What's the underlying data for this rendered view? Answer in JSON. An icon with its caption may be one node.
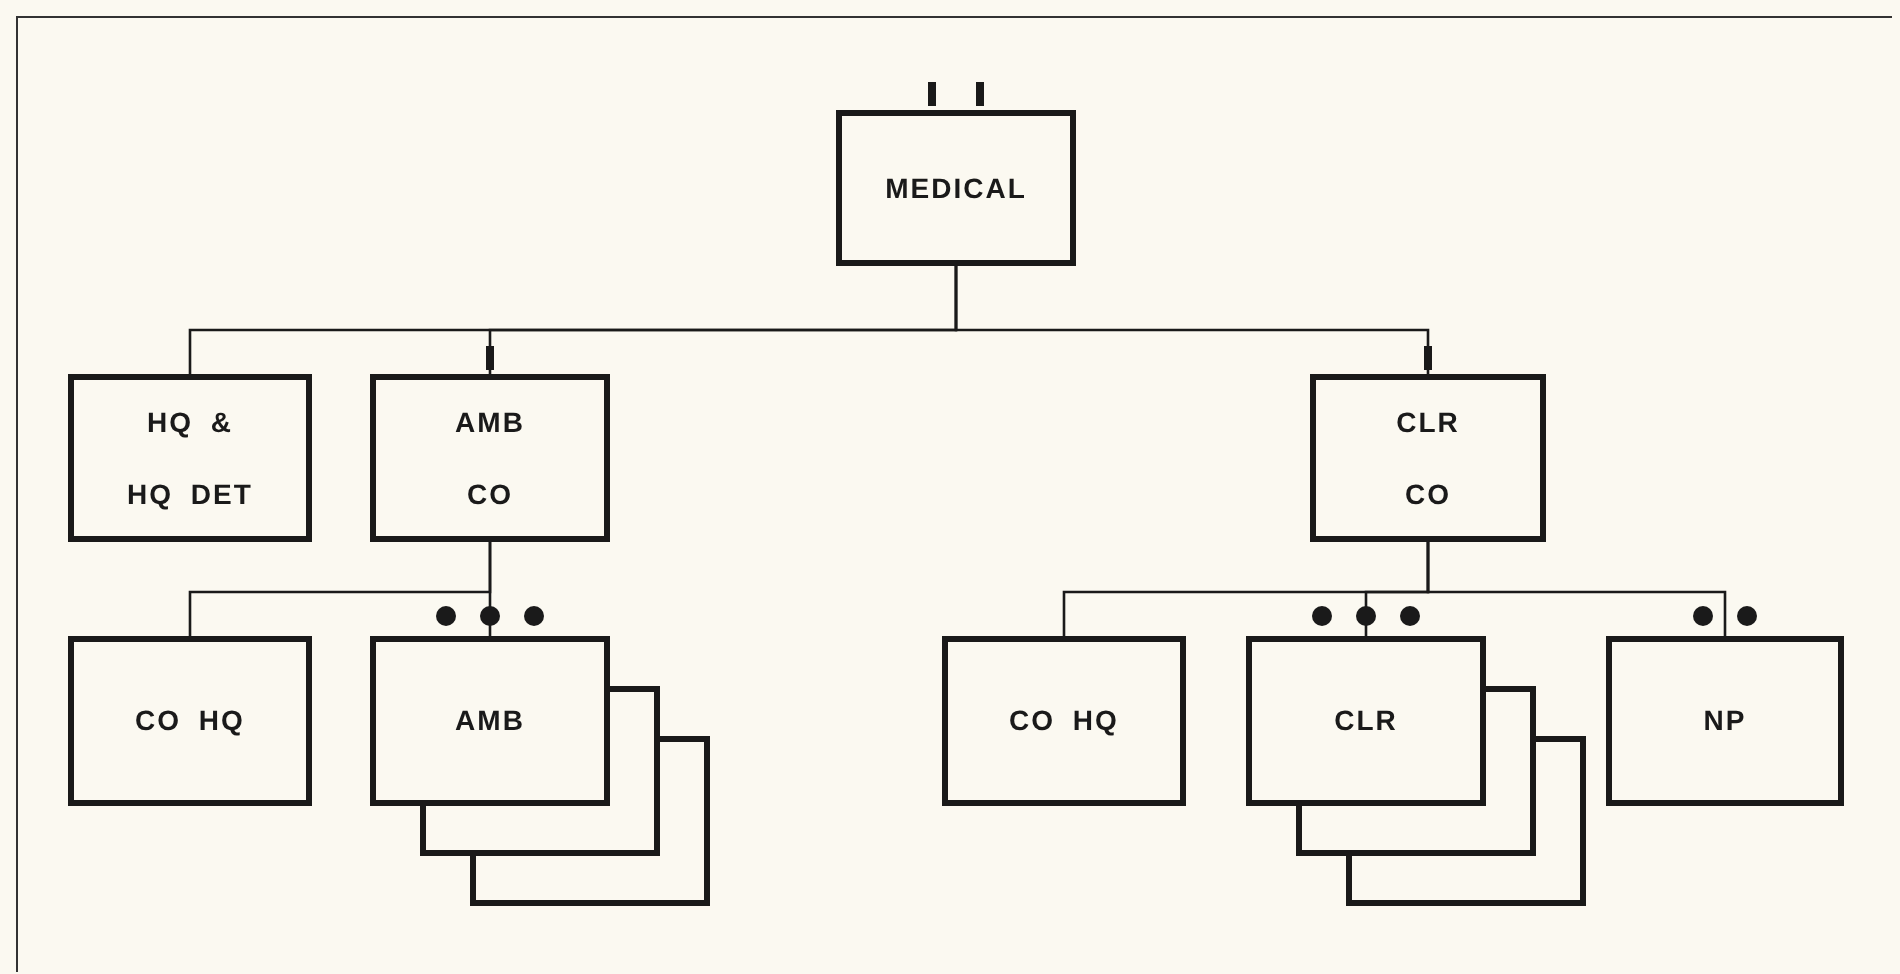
{
  "diagram": {
    "nodes": [
      {
        "text": [
          "MEDICAL"
        ]
      },
      {
        "text": [
          "HQ & HQ DET"
        ]
      },
      {
        "text": [
          "AMB CO"
        ]
      },
      {
        "text": [
          "CLR CO"
        ]
      },
      {
        "text": [
          "CO HQ"
        ]
      },
      {
        "text": [
          "AMB"
        ]
      },
      {
        "text": [
          "CO HQ"
        ]
      },
      {
        "text": [
          "CLR"
        ]
      },
      {
        "text": [
          "NP"
        ]
      }
    ],
    "edges": [
      {
        "from": 0,
        "to": 1,
        "arrow": "none"
      },
      {
        "from": 0,
        "to": 2,
        "arrow": "none"
      },
      {
        "from": 0,
        "to": 3,
        "arrow": "none"
      },
      {
        "from": 2,
        "to": 4,
        "arrow": "none"
      },
      {
        "from": 2,
        "to": 5,
        "arrow": "none"
      },
      {
        "from": 3,
        "to": 6,
        "arrow": "none"
      },
      {
        "from": 3,
        "to": 7,
        "arrow": "none"
      },
      {
        "from": 3,
        "to": 8,
        "arrow": "none"
      }
    ]
  }
}
